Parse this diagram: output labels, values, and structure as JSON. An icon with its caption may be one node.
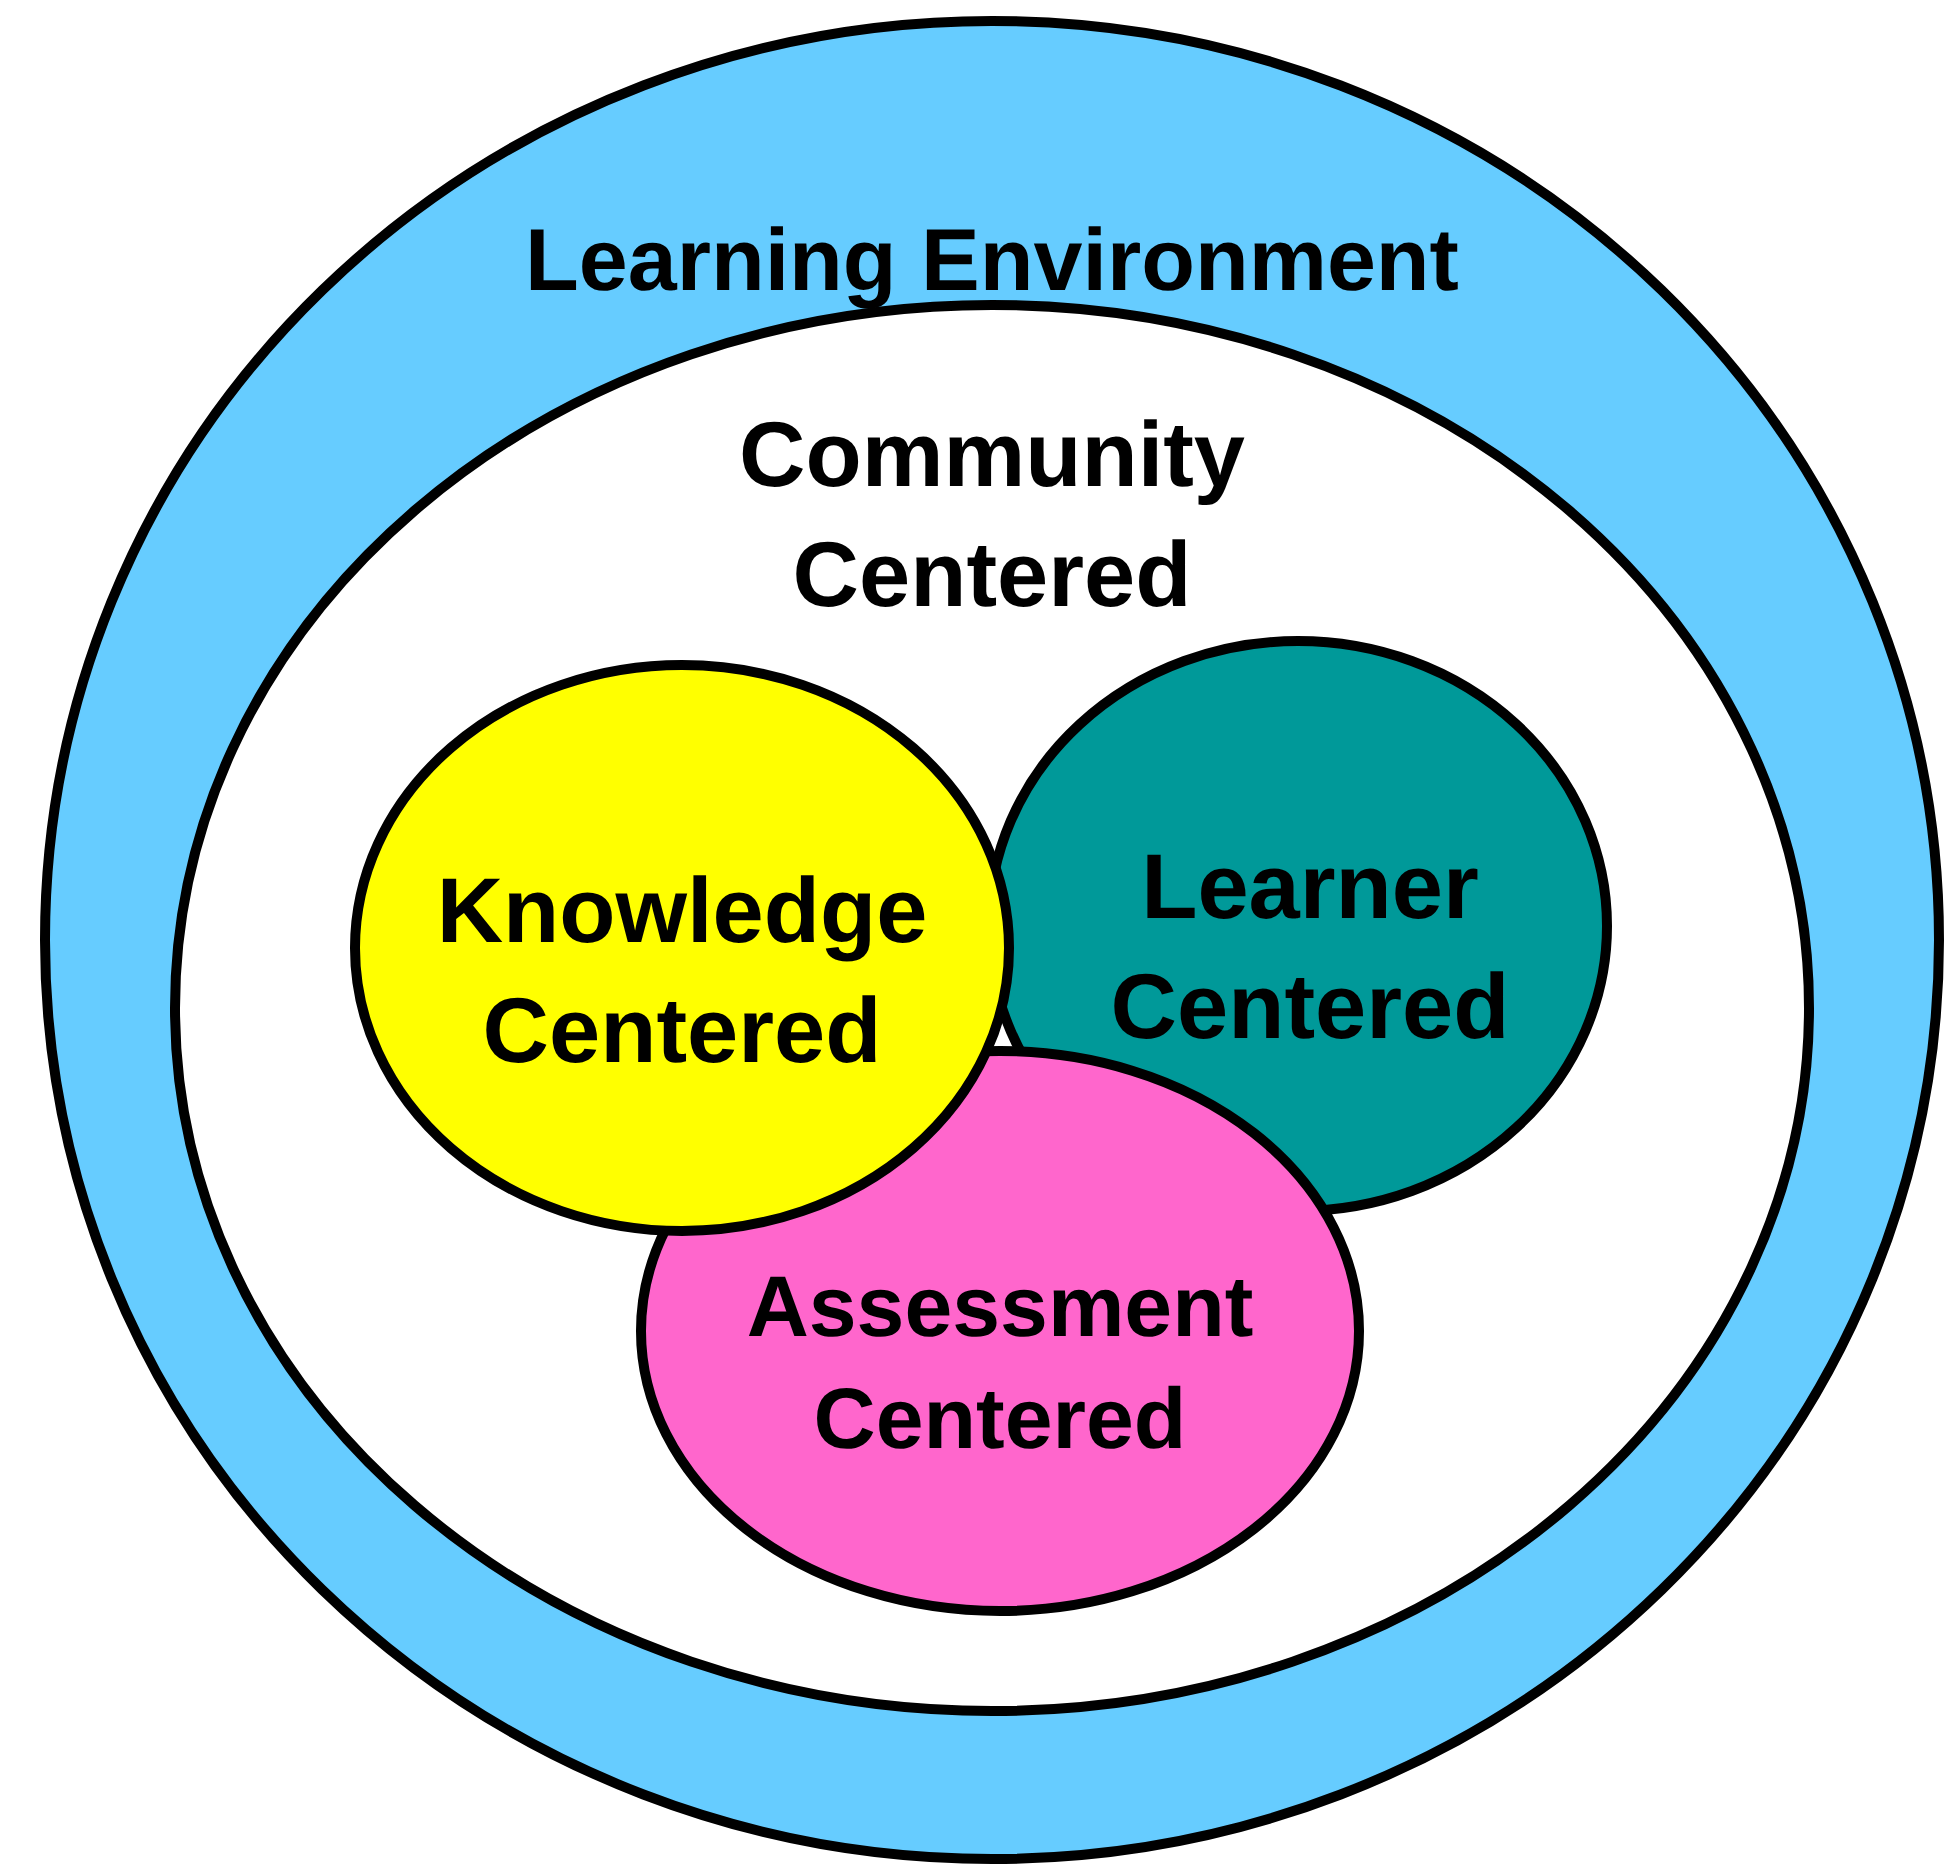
{
  "diagram": {
    "nodes": [
      {
        "text": [
          "Learning Environment"
        ]
      },
      {
        "text": [
          "Community Centered"
        ],
        "in": 0
      },
      {
        "text": [
          "Knowledge Centered"
        ],
        "in": 1
      },
      {
        "text": [
          "Learner Centered"
        ],
        "in": 1
      },
      {
        "text": [
          "Assessment Centered"
        ],
        "in": 1
      }
    ],
    "edges": []
  }
}
